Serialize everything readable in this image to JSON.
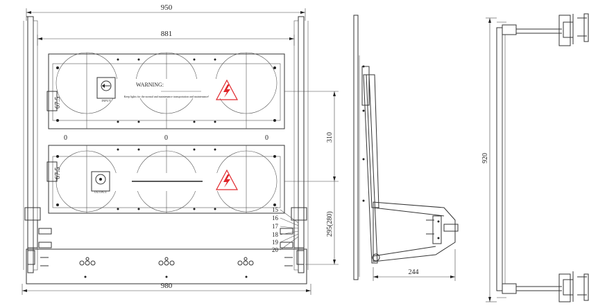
{
  "dimensions": {
    "top_width": "950",
    "inner_width": "881",
    "bottom_width": "980",
    "left_small_1": "67.5",
    "left_small_2": "67.5",
    "vertical_310": "310",
    "vertical_295": "295(280)",
    "side_depth": "244",
    "rear_height": "920"
  },
  "callouts": [
    "15",
    "16",
    "17",
    "18",
    "19",
    "20"
  ],
  "panel_upper": {
    "warning_title": "WARNING:",
    "warning_text": "Keep lights for the normal and maintenance transportation and maintenance!",
    "plug_label": "INPUT"
  },
  "panel_lower": {
    "plug_label": "OUTPUT"
  },
  "zero_marks": [
    "0",
    "0",
    "0"
  ],
  "colors": {
    "line": "#333333",
    "warning": "#e0262b"
  }
}
